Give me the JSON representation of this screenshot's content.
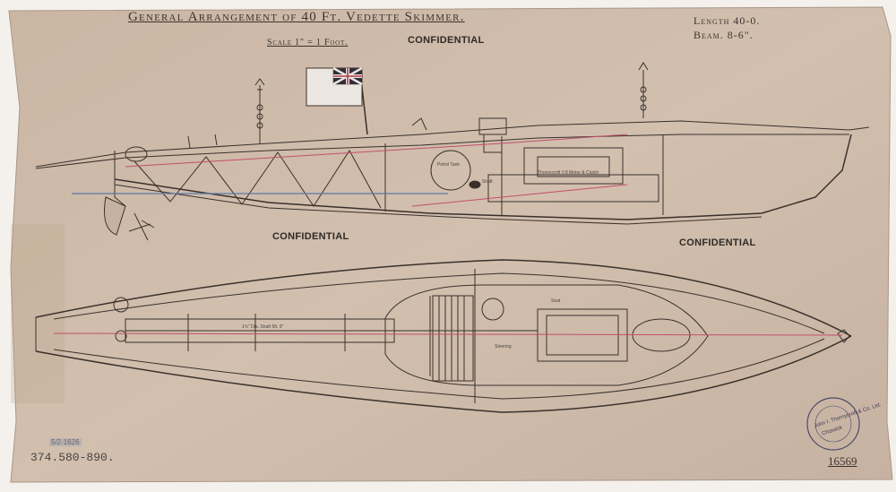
{
  "drawing": {
    "title": "General Arrangement of 40 Ft. Vedette Skimmer.",
    "length": "Length 40-0.",
    "beam": "Beam. 8-6\".",
    "scale": "Scale 1\" = 1 Foot.",
    "confidential_labels": [
      "CONFIDENTIAL",
      "CONFIDENTIAL",
      "CONFIDENTIAL"
    ],
    "reference_numbers": "374.580-890.",
    "small_reference": "5/2-1626",
    "drawing_number": "16569",
    "stamp_text": "John I. Thornycroft & Co. Ltd.",
    "stamp_sub": "Chiswick"
  },
  "annotations": {
    "engine": "Thornycroft V.8 Motor & Clutch",
    "fuel_tank": "Petrol Tank",
    "shaft": "Shaft",
    "seat": "Seat",
    "steering": "Steering",
    "shaft_plan": "1¾\" Dia. Shaft 5ft. 9\""
  },
  "colors": {
    "paper": "#cdb9a8",
    "ink": "#3a312c",
    "red_line": "#c0506a",
    "blue_line": "#5a7aa8",
    "stamp": "#4a4a6a"
  },
  "icons": [
    "union-flag-icon",
    "lifting-hook-icon",
    "propeller-icon",
    "rudder-icon",
    "company-stamp-icon"
  ]
}
